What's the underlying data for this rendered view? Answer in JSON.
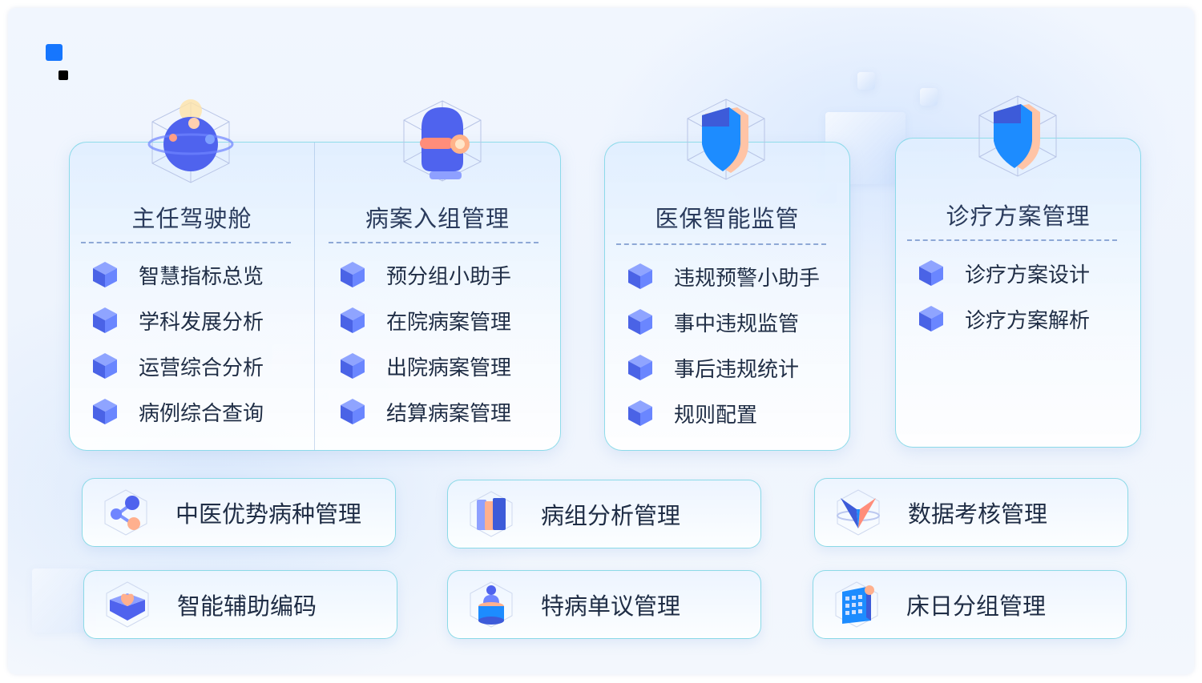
{
  "columns": [
    {
      "title": "主任驾驶舱",
      "items": [
        "智慧指标总览",
        "学科发展分析",
        "运营综合分析",
        "病例综合查询"
      ],
      "icon": "globe-icon"
    },
    {
      "title": "病案入组管理",
      "items": [
        "预分组小助手",
        "在院病案管理",
        "出院病案管理",
        "结算病案管理"
      ],
      "icon": "robot-icon"
    },
    {
      "title": "医保智能监管",
      "items": [
        "违规预警小助手",
        "事中违规监管",
        "事后违规统计",
        "规则配置"
      ],
      "icon": "shield-icon"
    },
    {
      "title": "诊疗方案管理",
      "items": [
        "诊疗方案设计",
        "诊疗方案解析"
      ],
      "icon": "shield-icon"
    }
  ],
  "modules": [
    {
      "label": "中医优势病种管理",
      "icon": "molecule-icon"
    },
    {
      "label": "病组分析管理",
      "icon": "books-icon"
    },
    {
      "label": "数据考核管理",
      "icon": "v-logo-icon"
    },
    {
      "label": "智能辅助编码",
      "icon": "heart-box-icon"
    },
    {
      "label": "特病单议管理",
      "icon": "user-stack-icon"
    },
    {
      "label": "床日分组管理",
      "icon": "building-icon"
    }
  ],
  "colors": {
    "accent": "#1676fe",
    "text": "#1f2d45",
    "border": "#7cd6e6",
    "cube": "#4f6bf0"
  }
}
